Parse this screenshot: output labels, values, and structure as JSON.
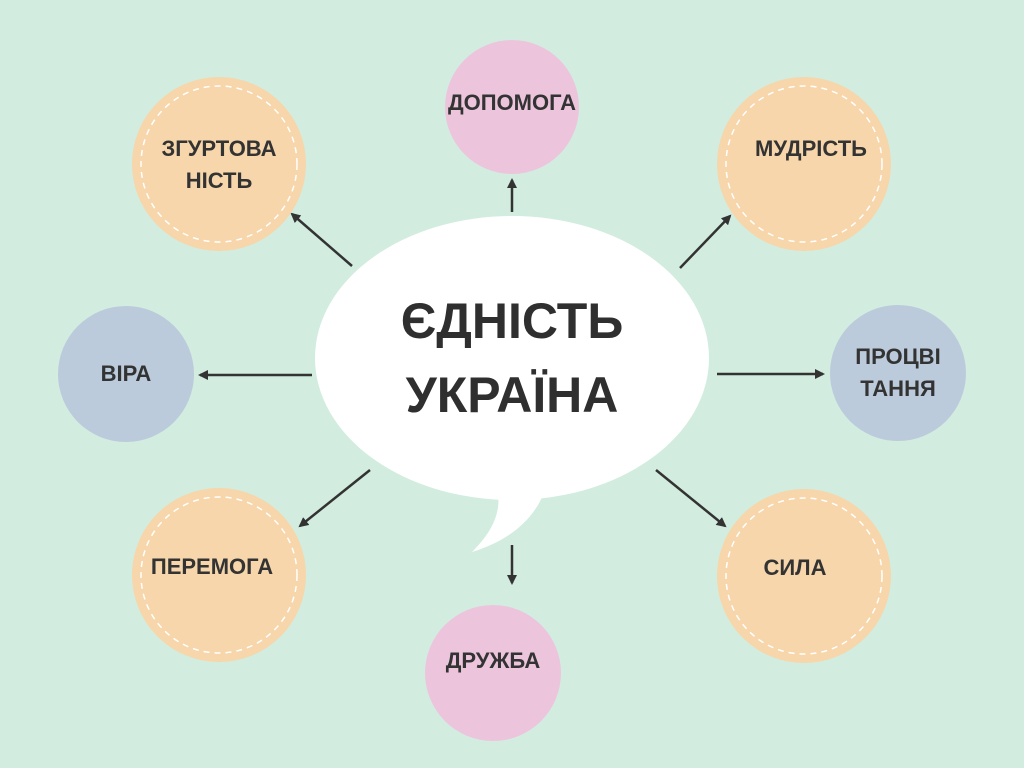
{
  "colors": {
    "background": "#d2eddf",
    "orange": "#f6d6aa",
    "pink": "#ecc5dd",
    "blue": "#bccbdc",
    "center": "#ffffff",
    "text": "#333333"
  },
  "center": {
    "lines": [
      "ЄДНІСТЬ",
      "УКРАЇНА"
    ]
  },
  "nodes": [
    {
      "id": "dopomoga",
      "lines": [
        "ДОПОМОГА"
      ],
      "color": "pink",
      "dashed": false
    },
    {
      "id": "mudrist",
      "lines": [
        "МУДРІСТЬ"
      ],
      "color": "orange",
      "dashed": true
    },
    {
      "id": "protsvitannia",
      "lines": [
        "ПРОЦВІ",
        "ТАННЯ"
      ],
      "color": "blue",
      "dashed": false
    },
    {
      "id": "syla",
      "lines": [
        "СИЛА"
      ],
      "color": "orange",
      "dashed": true
    },
    {
      "id": "druzhba",
      "lines": [
        "ДРУЖБА"
      ],
      "color": "pink",
      "dashed": false
    },
    {
      "id": "peremoha",
      "lines": [
        "ПЕРЕМОГА"
      ],
      "color": "orange",
      "dashed": true
    },
    {
      "id": "vira",
      "lines": [
        "ВІРА"
      ],
      "color": "blue",
      "dashed": false
    },
    {
      "id": "hurtovanist",
      "lines": [
        "ЗГУРТОВА",
        "НІСТЬ"
      ],
      "color": "orange",
      "dashed": true
    }
  ]
}
